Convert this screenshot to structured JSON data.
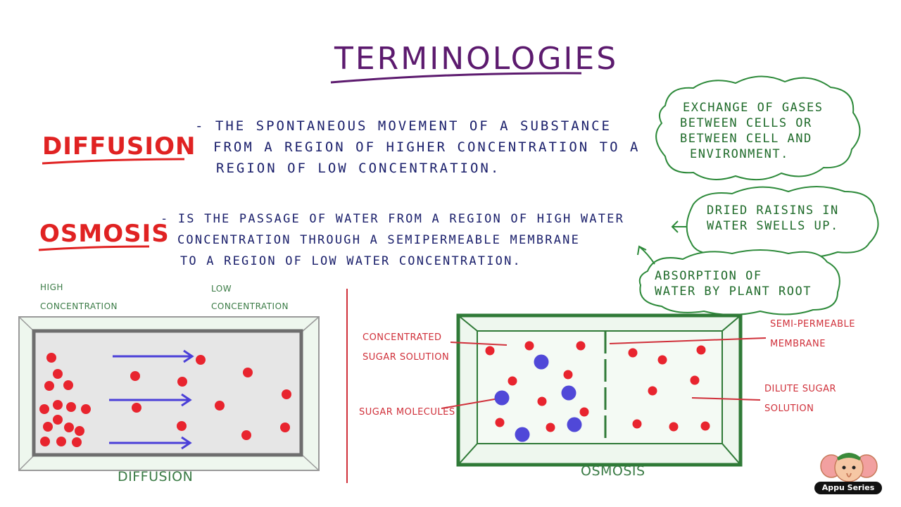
{
  "title": "TERMINOLOGIES",
  "diffusion": {
    "term": "DIFFUSION",
    "definition_lines": [
      "- THE SPONTANEOUS MOVEMENT OF A SUBSTANCE",
      "FROM A REGION OF HIGHER CONCENTRATION TO A",
      "REGION OF LOW CONCENTRATION."
    ],
    "example_lines": [
      "EXCHANGE OF GASES",
      "BETWEEN CELLS OR",
      "BETWEEN CELL AND",
      "ENVIRONMENT."
    ]
  },
  "osmosis": {
    "term": "OSMOSIS",
    "definition_lines": [
      "- IS THE PASSAGE OF WATER FROM A REGION OF HIGH WATER",
      "CONCENTRATION THROUGH A SEMIPERMEABLE MEMBRANE",
      "TO A REGION OF LOW WATER CONCENTRATION."
    ],
    "example1_lines": [
      "DRIED RAISINS IN",
      "WATER SWELLS UP."
    ],
    "example2_lines": [
      "ABSORPTION OF",
      "WATER BY PLANT ROOT"
    ]
  },
  "diffusion_diagram": {
    "high_label": [
      "HIGH",
      "CONCENTRATION"
    ],
    "low_label": [
      "LOW",
      "CONCENTRATION"
    ],
    "caption": "DIFFUSION"
  },
  "osmosis_diagram": {
    "concentrated_label": [
      "CONCENTRATED",
      "SUGAR SOLUTION"
    ],
    "molecules_label": "SUGAR MOLECULES",
    "membrane_label": [
      "SEMI-PERMEABLE",
      "MEMBRANE"
    ],
    "dilute_label": [
      "DILUTE SUGAR",
      "SOLUTION"
    ],
    "caption": "OSMOSIS"
  },
  "logo": {
    "name": "Appu Series"
  },
  "colors": {
    "title": "#5c1a6e",
    "term": "#e02222",
    "definition": "#1a1f6b",
    "cloud": "#1f6b2a",
    "particle": "#e8242e",
    "molecule": "#5048d8",
    "arrow": "#4a3fd8",
    "container_bg": "#eef7ee"
  }
}
